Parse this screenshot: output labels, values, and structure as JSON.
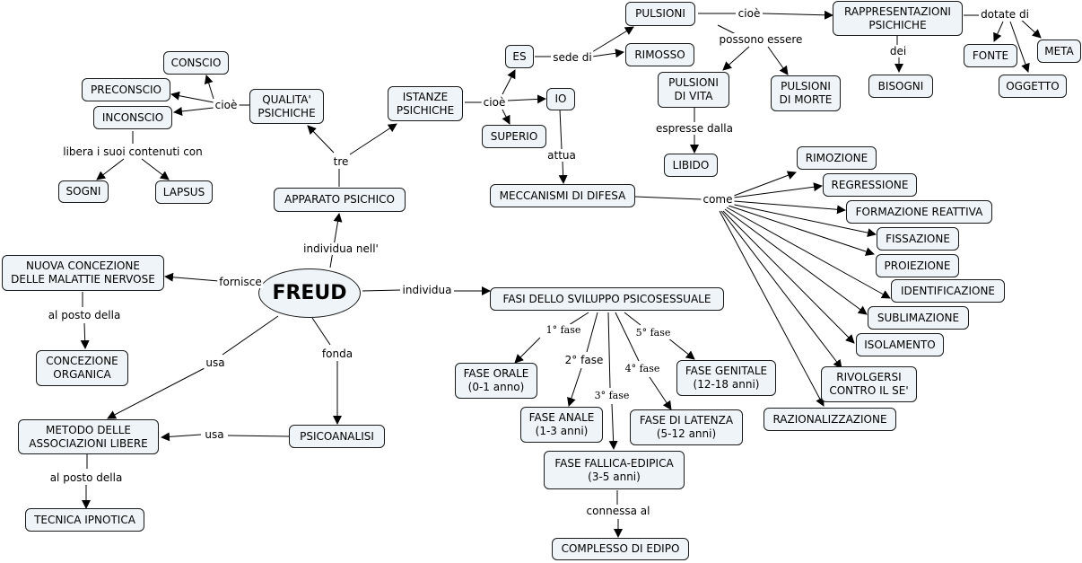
{
  "nodes": {
    "freud": "FREUD",
    "apparato": "APPARATO PSICHICO",
    "qualita": "QUALITA'\nPSICHICHE",
    "istanze": "ISTANZE\nPSICHICHE",
    "conscio": "CONSCIO",
    "preconscio": "PRECONSCIO",
    "inconscio": "INCONSCIO",
    "sogni": "SOGNI",
    "lapsus": "LAPSUS",
    "es": "ES",
    "io": "IO",
    "superio": "SUPERIO",
    "pulsioni": "PULSIONI",
    "rimosso": "RIMOSSO",
    "rappr": "RAPPRESENTAZIONI\nPSICHICHE",
    "vita": "PULSIONI\nDI VITA",
    "morte": "PULSIONI\nDI MORTE",
    "bisogni": "BISOGNI",
    "fonte": "FONTE",
    "meta": "META",
    "oggetto": "OGGETTO",
    "libido": "LIBIDO",
    "difesa": "MECCANISMI DI DIFESA",
    "rimozione": "RIMOZIONE",
    "regressione": "REGRESSIONE",
    "formazione": "FORMAZIONE REATTIVA",
    "fissazione": "FISSAZIONE",
    "proiezione": "PROIEZIONE",
    "identificazione": "IDENTIFICAZIONE",
    "sublimazione": "SUBLIMAZIONE",
    "isolamento": "ISOLAMENTO",
    "rivolgersi": "RIVOLGERSI\nCONTRO IL SE'",
    "razionalizzazione": "RAZIONALIZZAZIONE",
    "nuova": "NUOVA CONCEZIONE\nDELLE MALATTIE NERVOSE",
    "organica": "CONCEZIONE\nORGANICA",
    "metodo": "METODO DELLE\nASSOCIAZIONI LIBERE",
    "ipnotica": "TECNICA IPNOTICA",
    "psicoanalisi": "PSICOANALISI",
    "fasi": "FASI DELLO SVILUPPO PSICOSESSUALE",
    "orale": "FASE ORALE\n(0-1 anno)",
    "anale": "FASE ANALE\n(1-3 anni)",
    "fallica": "FASE FALLICA-EDIPICA\n(3-5 anni)",
    "latenza": "FASE DI LATENZA\n(5-12 anni)",
    "genitale": "FASE GENITALE\n(12-18 anni)",
    "edipo": "COMPLESSO DI EDIPO"
  },
  "labels": {
    "cioe_qual": "cioè",
    "libera": "libera i suoi contenuti con",
    "tre": "tre",
    "individua_nell": "individua nell'",
    "cioe_ist": "cioè",
    "sede_di": "sede di",
    "cioe_puls": "cioè",
    "possono_essere": "possono essere",
    "dotate_di": "dotate di",
    "dei": "dei",
    "espresse_dalla": "espresse dalla",
    "attua": "attua",
    "come": "come",
    "fornisce": "fornisce",
    "al_posto_della_1": "al posto della",
    "usa_1": "usa",
    "fonda": "fonda",
    "usa_2": "usa",
    "al_posto_della_2": "al posto della",
    "individua": "individua",
    "fase1": "1° fase",
    "fase2": "2° fase",
    "fase3": "3° fase",
    "fase4": "4° fase",
    "fase5": "5° fase",
    "connessa_al": "connessa al"
  }
}
